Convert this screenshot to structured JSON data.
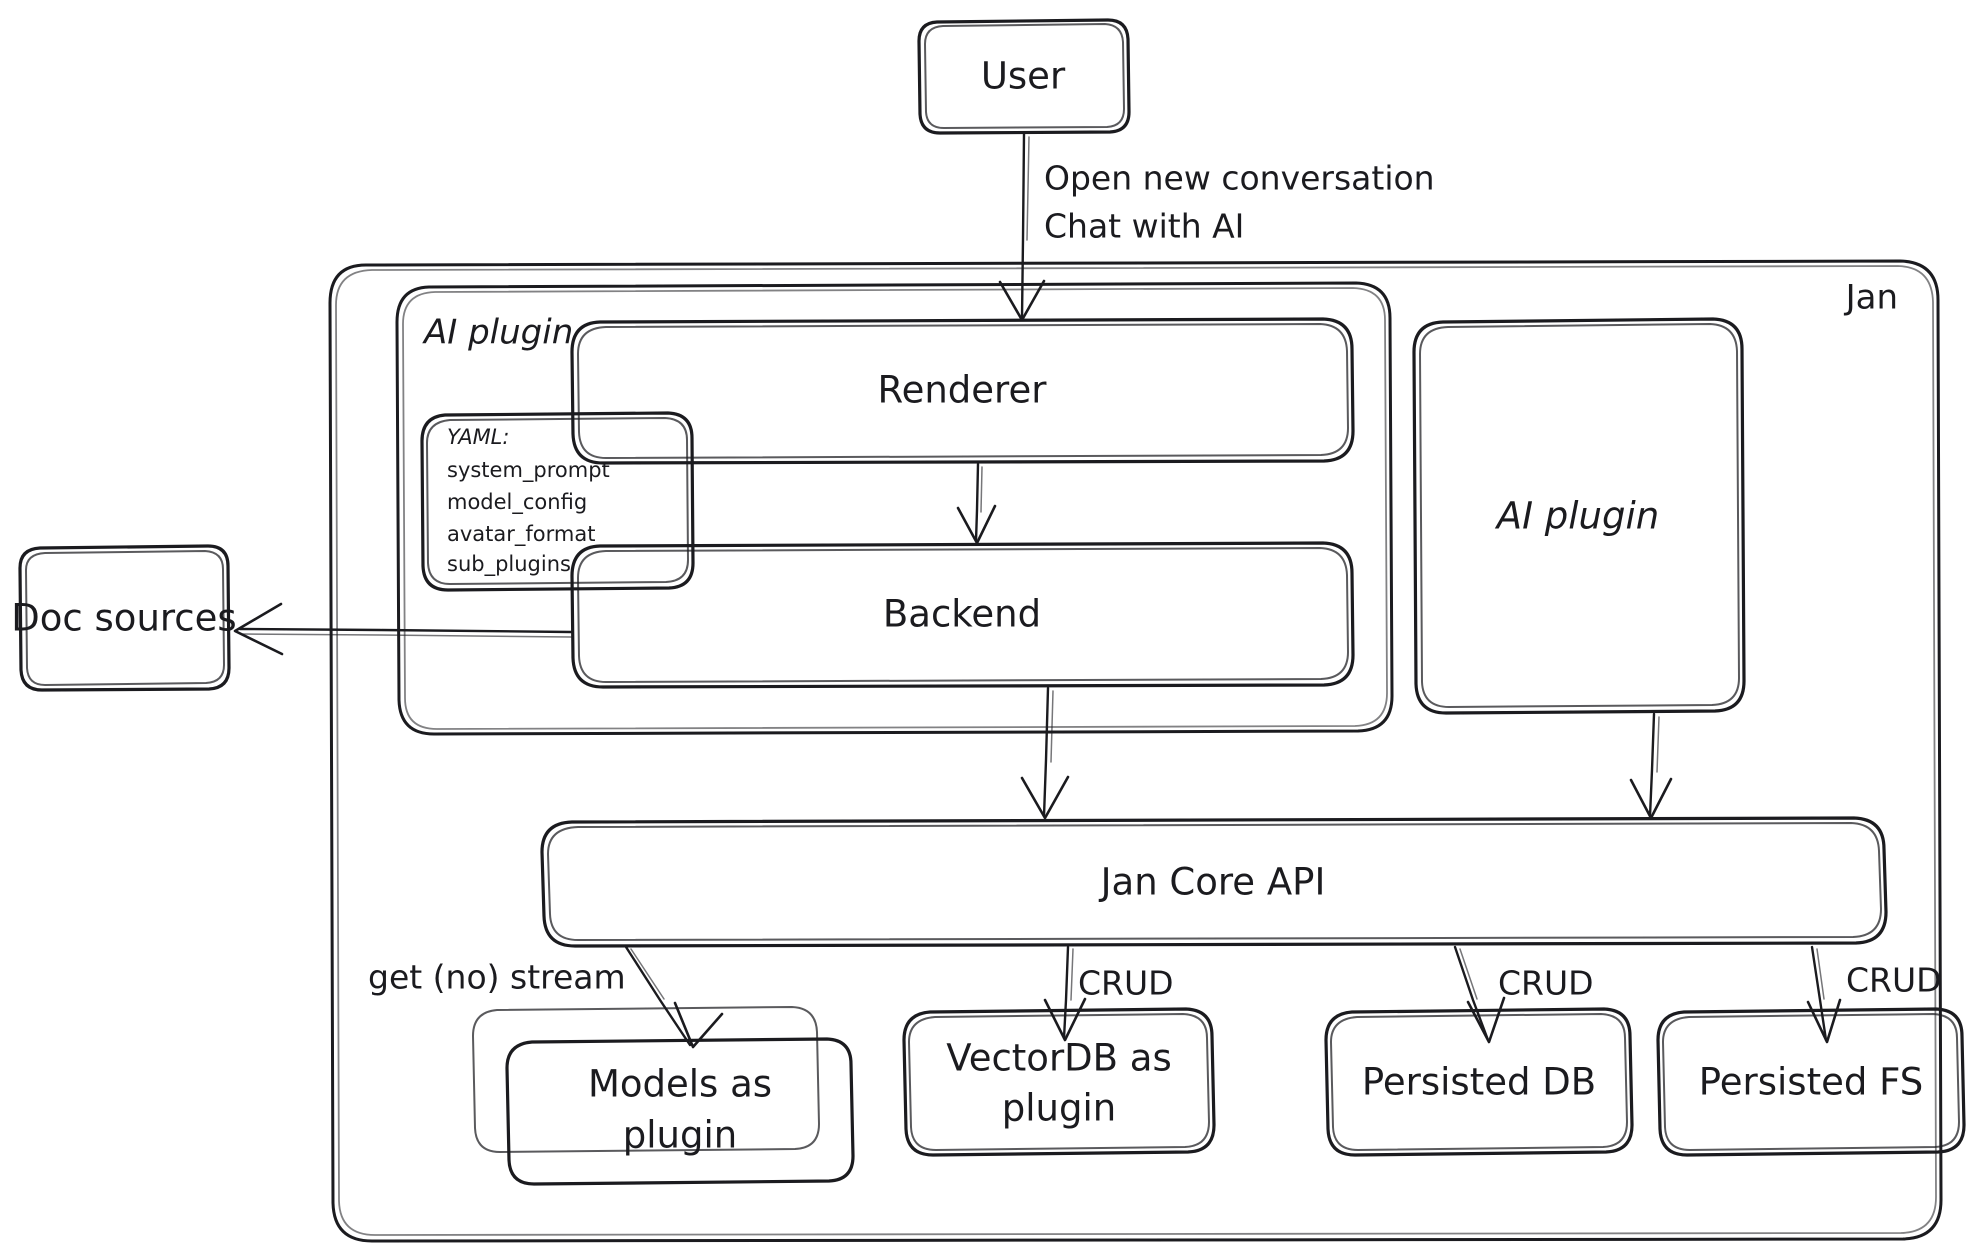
{
  "diagram": {
    "title": "Jan architecture diagram",
    "style": "hand-drawn",
    "background": "#ffffff",
    "stroke_color": "#1b1b1f"
  },
  "containers": {
    "jan": {
      "label": "Jan"
    },
    "ai_plugin_group": {
      "label": "AI plugin"
    }
  },
  "nodes": {
    "user": {
      "label": "User"
    },
    "renderer": {
      "label": "Renderer"
    },
    "backend": {
      "label": "Backend"
    },
    "ai_plugin": {
      "label": "AI plugin"
    },
    "doc_sources": {
      "label": "Doc sources"
    },
    "jan_core_api": {
      "label": "Jan Core API"
    },
    "models": {
      "line1": "Models as",
      "line2": "plugin"
    },
    "vectordb": {
      "line1": "VectorDB as",
      "line2": "plugin"
    },
    "persisted_db": {
      "label": "Persisted DB"
    },
    "persisted_fs": {
      "label": "Persisted FS"
    }
  },
  "yaml_note": {
    "heading": "YAML:",
    "items": [
      "system_prompt",
      "model_config",
      "avatar_format",
      "sub_plugins"
    ]
  },
  "edges": {
    "user_to_renderer": {
      "line1": "Open new conversation",
      "line2": "Chat with AI"
    },
    "core_to_models": {
      "label": "get (no) stream"
    },
    "core_to_vectordb": {
      "label": "CRUD"
    },
    "core_to_persisted_db": {
      "label": "CRUD"
    },
    "core_to_persisted_fs": {
      "label": "CRUD"
    }
  }
}
